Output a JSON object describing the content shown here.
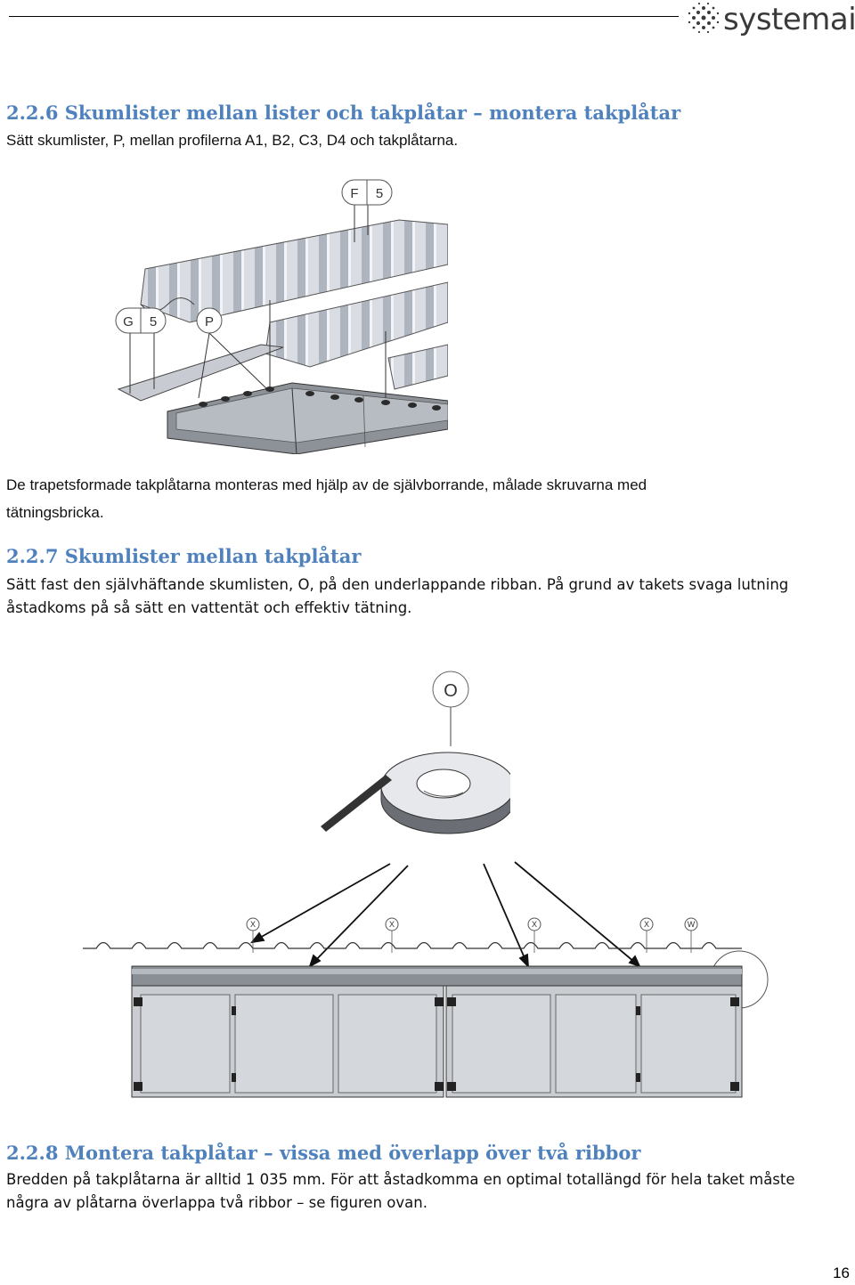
{
  "header": {
    "brand": "systemair"
  },
  "section_226": {
    "heading": "2.2.6 Skumlister mellan lister och takplåtar – montera takplåtar",
    "text": "Sätt skumlister, P, mellan profilerna A1, B2, C3, D4 och takplåtarna."
  },
  "figure1": {
    "callouts": [
      "F",
      "5",
      "G",
      "5",
      "P"
    ]
  },
  "body_226": {
    "line1": "De trapetsformade takplåtarna monteras med hjälp av de självborrande, målade skruvarna med",
    "line2": "tätningsbricka."
  },
  "section_227": {
    "heading": "2.2.7 Skumlister mellan takplåtar",
    "line1": "Sätt fast den självhäftande skumlisten, O, på den underlappande ribban. På grund av takets svaga lutning",
    "line2": "åstadkoms på så sätt en vattentät och effektiv tätning."
  },
  "figure2": {
    "callout": "O",
    "markers": [
      "X",
      "X",
      "X",
      "X",
      "W"
    ]
  },
  "section_228": {
    "heading": "2.2.8 Montera takplåtar – vissa med överlapp över två ribbor",
    "line1": "Bredden på takplåtarna är alltid 1 035 mm. För att åstadkomma en optimal totallängd för hela taket måste",
    "line2": "några av plåtarna överlappa två ribbor – se figuren ovan."
  },
  "footer": {
    "page_number": "16"
  }
}
